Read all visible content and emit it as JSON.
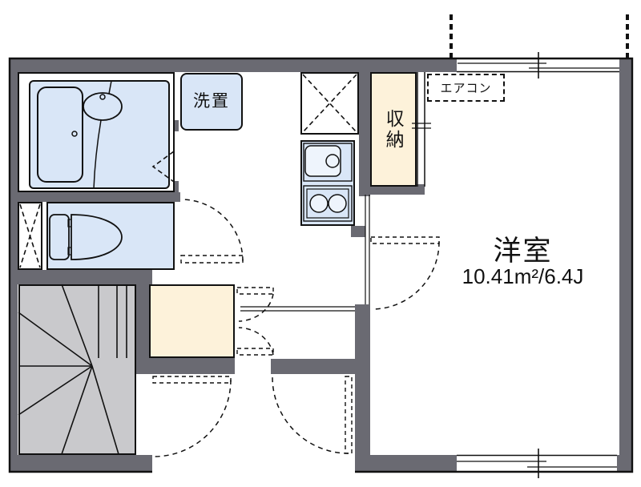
{
  "plan": {
    "rooms": {
      "western_room": {
        "name": "洋室",
        "area": "10.41m²/6.4J"
      },
      "washer_label": "洗置",
      "storage_label": "収納",
      "aircon_label": "エアコン"
    },
    "colors": {
      "wall_gray": "#6a6a72",
      "unit_blue": "#d9e6f7",
      "closet_cream": "#fdf2da",
      "stairs_gray": "#c9c9cc",
      "line_black": "#111111"
    }
  }
}
